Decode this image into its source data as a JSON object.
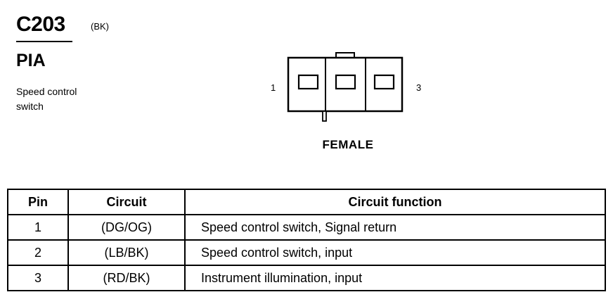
{
  "header": {
    "connector_id": "C203",
    "color_code": "(BK)",
    "location": "PIA",
    "description_lines": [
      "Speed control",
      "switch"
    ]
  },
  "diagram": {
    "pin_left": "1",
    "pin_right": "3",
    "gender": "FEMALE",
    "cavity_count": 3
  },
  "table": {
    "headers": {
      "pin": "Pin",
      "circuit": "Circuit",
      "function": "Circuit function"
    },
    "rows": [
      {
        "pin": "1",
        "circuit": "(DG/OG)",
        "function": "Speed control switch, Signal return"
      },
      {
        "pin": "2",
        "circuit": "(LB/BK)",
        "function": "Speed control switch, input"
      },
      {
        "pin": "3",
        "circuit": "(RD/BK)",
        "function": "Instrument illumination, input"
      }
    ]
  }
}
